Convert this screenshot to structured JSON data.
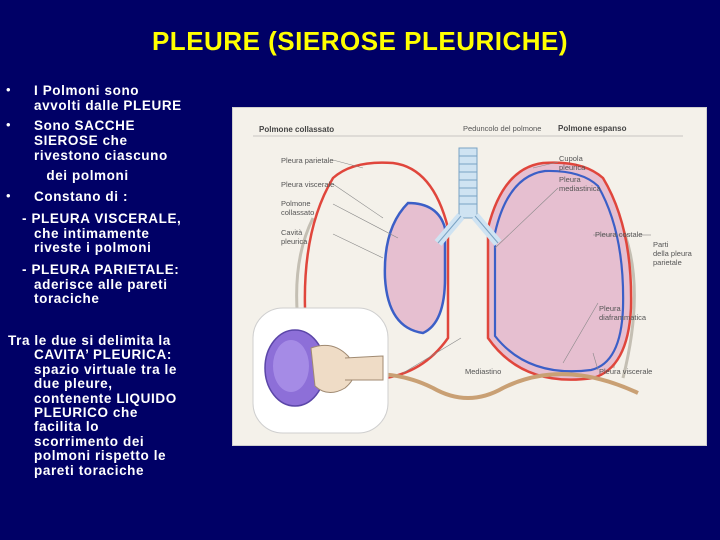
{
  "title": "PLEURE (SIEROSE PLEURICHE)",
  "bullets": [
    {
      "symbol": "•",
      "lines": [
        "I Polmoni sono",
        "avvolti dalle PLEURE"
      ]
    },
    {
      "symbol": "•",
      "lines": [
        "Sono SACCHE",
        "SIEROSE che",
        "rivestono ciascuno",
        " dei polmoni"
      ]
    },
    {
      "symbol": "•",
      "lines": [
        "Constano di :"
      ]
    }
  ],
  "pleura_visceral": [
    "- PLEURA VISCERALE,",
    "che intimamente",
    "riveste i polmoni"
  ],
  "pleura_parietal": [
    "- PLEURA PARIETALE:",
    "aderisce alle pareti",
    "toraciche"
  ],
  "cavity_text": [
    "Tra le due si delimita la",
    "CAVITA’ PLEURICA:",
    "spazio virtuale tra le",
    "due pleure,",
    "contenente LIQUIDO",
    "PLEURICO che",
    "facilita lo",
    "scorrimento dei",
    "polmoni rispetto le",
    "pareti toraciche"
  ],
  "diagram": {
    "header_left": "Polmone collassato",
    "header_center": "Peduncolo del polmone",
    "header_right": "Polmone espanso",
    "labels_left": [
      "Pleura parietale",
      "Pleura viscerale",
      "Polmone",
      "collassato",
      "Cavità",
      "pleurica"
    ],
    "labels_right": [
      "Cupola",
      "pleurica",
      "Pleura",
      "mediastinica",
      "Pleura costale",
      "Pleura",
      "diaframmatica",
      "Pleura viscerale"
    ],
    "labels_far_right": [
      "Parti",
      "della pleura",
      "parietale"
    ],
    "label_bottom": "Mediastino"
  },
  "colors": {
    "background": "#000066",
    "title": "#ffff00",
    "text": "#ffffff",
    "lung": "#e6bfd0",
    "pleura_visceral": "#3b5fc7",
    "pleura_parietal": "#e0463c"
  }
}
